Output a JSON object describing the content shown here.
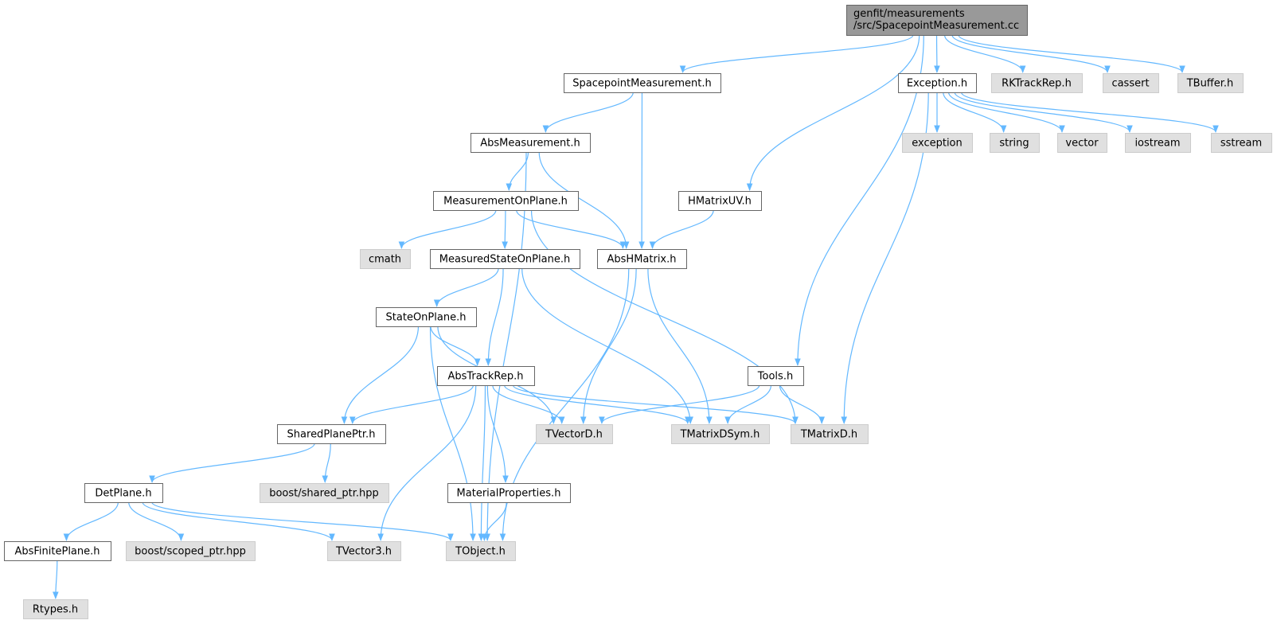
{
  "colors": {
    "edge": "#63b8ff",
    "root_fill": "#999999",
    "root_stroke": "#666666",
    "file_fill": "#ffffff",
    "file_stroke": "#666666",
    "external_fill": "#e0e0e0",
    "external_stroke": "#cccccc"
  },
  "nodes": [
    {
      "id": "root",
      "lines": [
        "genfit/measurements",
        "/src/SpacepointMeasurement.cc"
      ],
      "kind": "root"
    },
    {
      "id": "spacepoint",
      "lines": [
        "SpacepointMeasurement.h"
      ],
      "kind": "file"
    },
    {
      "id": "exception",
      "lines": [
        "Exception.h"
      ],
      "kind": "file"
    },
    {
      "id": "rktrackrep",
      "lines": [
        "RKTrackRep.h"
      ],
      "kind": "external"
    },
    {
      "id": "cassert",
      "lines": [
        "cassert"
      ],
      "kind": "external"
    },
    {
      "id": "tbuffer",
      "lines": [
        "TBuffer.h"
      ],
      "kind": "external"
    },
    {
      "id": "absmeasurement",
      "lines": [
        "AbsMeasurement.h"
      ],
      "kind": "file"
    },
    {
      "id": "exc_exception",
      "lines": [
        "exception"
      ],
      "kind": "external"
    },
    {
      "id": "string",
      "lines": [
        "string"
      ],
      "kind": "external"
    },
    {
      "id": "vector",
      "lines": [
        "vector"
      ],
      "kind": "external"
    },
    {
      "id": "iostream",
      "lines": [
        "iostream"
      ],
      "kind": "external"
    },
    {
      "id": "sstream",
      "lines": [
        "sstream"
      ],
      "kind": "external"
    },
    {
      "id": "measurementonplane",
      "lines": [
        "MeasurementOnPlane.h"
      ],
      "kind": "file"
    },
    {
      "id": "hmatrixuv",
      "lines": [
        "HMatrixUV.h"
      ],
      "kind": "file"
    },
    {
      "id": "cmath",
      "lines": [
        "cmath"
      ],
      "kind": "external"
    },
    {
      "id": "measuredstateonplane",
      "lines": [
        "MeasuredStateOnPlane.h"
      ],
      "kind": "file"
    },
    {
      "id": "abshmatrix",
      "lines": [
        "AbsHMatrix.h"
      ],
      "kind": "file"
    },
    {
      "id": "stateonplane",
      "lines": [
        "StateOnPlane.h"
      ],
      "kind": "file"
    },
    {
      "id": "abstrackrep",
      "lines": [
        "AbsTrackRep.h"
      ],
      "kind": "file"
    },
    {
      "id": "tools",
      "lines": [
        "Tools.h"
      ],
      "kind": "file"
    },
    {
      "id": "sharedplaneptr",
      "lines": [
        "SharedPlanePtr.h"
      ],
      "kind": "file"
    },
    {
      "id": "tvectord",
      "lines": [
        "TVectorD.h"
      ],
      "kind": "external"
    },
    {
      "id": "tmatrixdsym",
      "lines": [
        "TMatrixDSym.h"
      ],
      "kind": "external"
    },
    {
      "id": "tmatrixd",
      "lines": [
        "TMatrixD.h"
      ],
      "kind": "external"
    },
    {
      "id": "detplane",
      "lines": [
        "DetPlane.h"
      ],
      "kind": "file"
    },
    {
      "id": "boost_shared",
      "lines": [
        "boost/shared_ptr.hpp"
      ],
      "kind": "external"
    },
    {
      "id": "materialproperties",
      "lines": [
        "MaterialProperties.h"
      ],
      "kind": "file"
    },
    {
      "id": "absfiniteplane",
      "lines": [
        "AbsFinitePlane.h"
      ],
      "kind": "file"
    },
    {
      "id": "boost_scoped",
      "lines": [
        "boost/scoped_ptr.hpp"
      ],
      "kind": "external"
    },
    {
      "id": "tvector3",
      "lines": [
        "TVector3.h"
      ],
      "kind": "external"
    },
    {
      "id": "tobject",
      "lines": [
        "TObject.h"
      ],
      "kind": "external"
    },
    {
      "id": "rtypes",
      "lines": [
        "Rtypes.h"
      ],
      "kind": "external"
    }
  ],
  "edges": [
    [
      "root",
      "spacepoint"
    ],
    [
      "root",
      "hmatrixuv"
    ],
    [
      "root",
      "tools"
    ],
    [
      "root",
      "exception"
    ],
    [
      "root",
      "rktrackrep"
    ],
    [
      "root",
      "cassert"
    ],
    [
      "root",
      "tbuffer"
    ],
    [
      "spacepoint",
      "absmeasurement"
    ],
    [
      "spacepoint",
      "abshmatrix"
    ],
    [
      "exception",
      "exc_exception"
    ],
    [
      "exception",
      "string"
    ],
    [
      "exception",
      "vector"
    ],
    [
      "exception",
      "iostream"
    ],
    [
      "exception",
      "sstream"
    ],
    [
      "exception",
      "tmatrixd"
    ],
    [
      "absmeasurement",
      "measurementonplane"
    ],
    [
      "absmeasurement",
      "abshmatrix"
    ],
    [
      "absmeasurement",
      "tobject"
    ],
    [
      "measurementonplane",
      "cmath"
    ],
    [
      "measurementonplane",
      "measuredstateonplane"
    ],
    [
      "measurementonplane",
      "abshmatrix"
    ],
    [
      "measurementonplane",
      "tmatrixd"
    ],
    [
      "hmatrixuv",
      "abshmatrix"
    ],
    [
      "measuredstateonplane",
      "stateonplane"
    ],
    [
      "measuredstateonplane",
      "abstrackrep"
    ],
    [
      "measuredstateonplane",
      "tmatrixdsym"
    ],
    [
      "abshmatrix",
      "tvectord"
    ],
    [
      "abshmatrix",
      "tmatrixdsym"
    ],
    [
      "abshmatrix",
      "tobject"
    ],
    [
      "stateonplane",
      "abstrackrep"
    ],
    [
      "stateonplane",
      "sharedplaneptr"
    ],
    [
      "stateonplane",
      "tvectord"
    ],
    [
      "stateonplane",
      "tobject"
    ],
    [
      "abstrackrep",
      "sharedplaneptr"
    ],
    [
      "abstrackrep",
      "tvectord"
    ],
    [
      "abstrackrep",
      "tmatrixdsym"
    ],
    [
      "abstrackrep",
      "tmatrixd"
    ],
    [
      "abstrackrep",
      "materialproperties"
    ],
    [
      "abstrackrep",
      "tvector3"
    ],
    [
      "abstrackrep",
      "tobject"
    ],
    [
      "tools",
      "tvectord"
    ],
    [
      "tools",
      "tmatrixdsym"
    ],
    [
      "tools",
      "tmatrixd"
    ],
    [
      "sharedplaneptr",
      "detplane"
    ],
    [
      "sharedplaneptr",
      "boost_shared"
    ],
    [
      "materialproperties",
      "tobject"
    ],
    [
      "detplane",
      "absfiniteplane"
    ],
    [
      "detplane",
      "boost_scoped"
    ],
    [
      "detplane",
      "tvector3"
    ],
    [
      "detplane",
      "tobject"
    ],
    [
      "absfiniteplane",
      "rtypes"
    ]
  ]
}
